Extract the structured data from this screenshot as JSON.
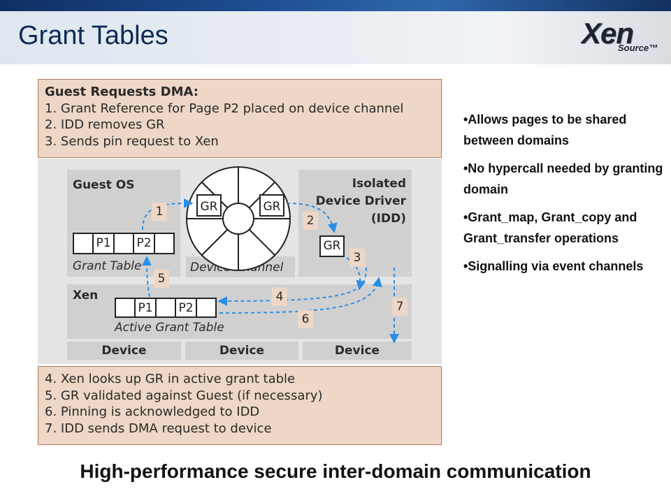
{
  "slide": {
    "title": "Grant Tables",
    "logo_main": "Xen",
    "logo_sub": "Source™",
    "footer": "High-performance secure inter-domain communication"
  },
  "diagram": {
    "top_box": {
      "heading": "Guest Requests DMA:",
      "lines": [
        "1. Grant Reference for Page P2 placed on device channel",
        "2. IDD removes GR",
        "3. Sends pin request to Xen"
      ]
    },
    "bottom_box": {
      "lines": [
        "4. Xen looks up GR in active grant table",
        "5. GR validated against Guest (if necessary)",
        "6. Pinning is acknowledged to IDD",
        "7. IDD sends DMA request to device"
      ]
    },
    "guest_os": {
      "label": "Guest OS",
      "table_label": "Grant Table",
      "p1": "P1",
      "p2": "P2"
    },
    "channel": {
      "label": "Device Channel",
      "gr_left": "GR",
      "gr_right": "GR"
    },
    "idd": {
      "line1": "Isolated",
      "line2": "Device Driver",
      "line3": "(IDD)",
      "gr": "GR"
    },
    "xen": {
      "label": "Xen",
      "table_label": "Active Grant Table",
      "p1": "P1",
      "p2": "P2"
    },
    "devices": [
      "Device",
      "Device",
      "Device"
    ],
    "steps": [
      "1",
      "2",
      "3",
      "4",
      "5",
      "6",
      "7"
    ],
    "colors": {
      "arrow": "#2b8ee6",
      "box_fill": "#eed7c6",
      "pane": "#d0d0d0"
    }
  },
  "bullets": [
    "•Allows pages to be shared between domains",
    "•No hypercall needed by granting domain",
    "•Grant_map, Grant_copy and Grant_transfer operations",
    "•Signalling via event channels"
  ]
}
